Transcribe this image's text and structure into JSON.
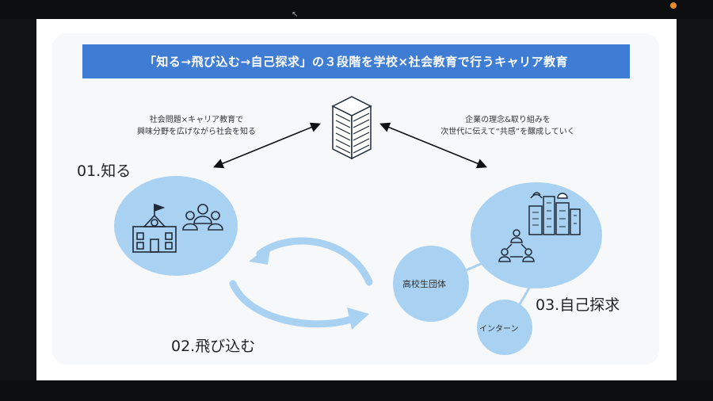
{
  "slide": {
    "title": "「知る→飛び込む→自己探求」の３段階を学校×社会教育で行うキャリア教育",
    "left_caption": [
      "社会問題×キャリア教育で",
      "興味分野を広げながら社会を知る"
    ],
    "right_caption": [
      "企業の理念&取り組みを",
      "次世代に伝えて“共感”を醸成していく"
    ],
    "steps": {
      "step1": "01.知る",
      "step2": "02.飛び込む",
      "step3": "03.自己探求"
    },
    "nodes": {
      "group": "高校生団体",
      "intern": "インターン"
    }
  },
  "colors": {
    "banner": "#3f7dd4",
    "circle": "#a9d1f1",
    "arrow_light": "#a9d1f1",
    "icon_dark": "#1f2a3a"
  },
  "icons": [
    "building-icon",
    "school-icon",
    "people-icon",
    "city-icon",
    "network-people-icon"
  ]
}
